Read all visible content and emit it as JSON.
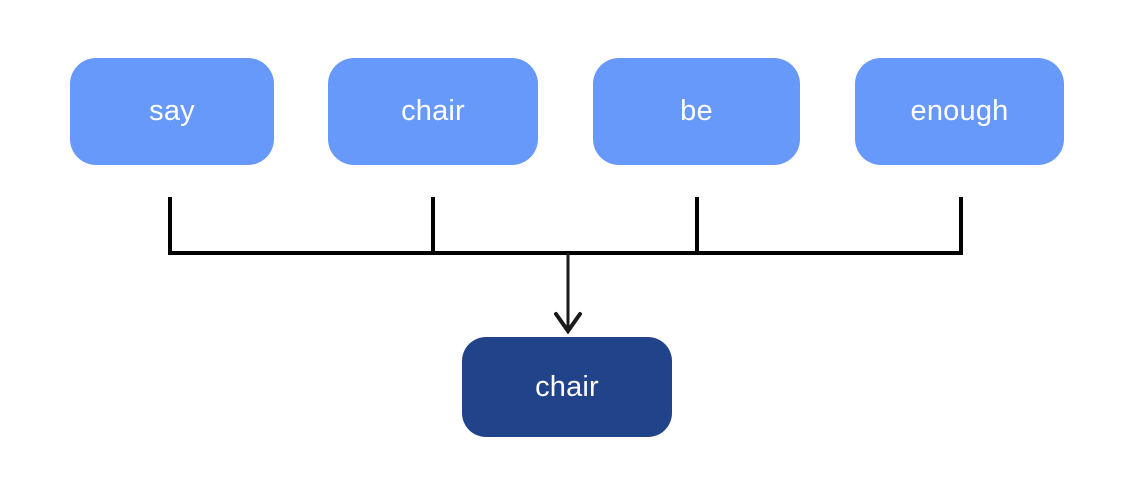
{
  "diagram": {
    "type": "merge-flow",
    "title": "",
    "background_color": "#ffffff",
    "source_nodes": [
      {
        "label": "say",
        "color": "#6699fa",
        "text_color": "#ffffff"
      },
      {
        "label": "chair",
        "color": "#6699fa",
        "text_color": "#ffffff"
      },
      {
        "label": "be",
        "color": "#6699fa",
        "text_color": "#ffffff"
      },
      {
        "label": "enough",
        "color": "#6699fa",
        "text_color": "#ffffff"
      }
    ],
    "target_node": {
      "label": "chair",
      "color": "#21438a",
      "text_color": "#ffffff"
    },
    "connector": {
      "line_color": "#000000",
      "arrow_color": "#1a1a1a",
      "arrow_direction": "down"
    }
  }
}
